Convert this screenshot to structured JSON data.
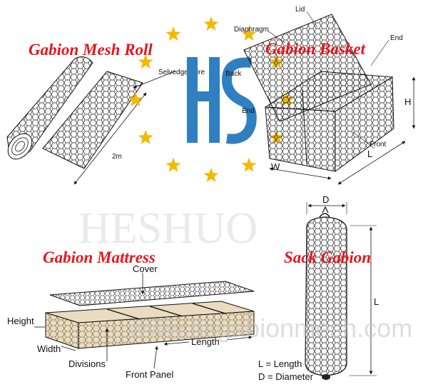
{
  "titles": {
    "roll": "Gabion Mesh Roll",
    "basket": "Gabion Basket",
    "mattress": "Gabion Mattress",
    "sack": "Sack Gabion"
  },
  "roll": {
    "selvedge": "Selvedge Wire",
    "width": "2m"
  },
  "basket": {
    "lid": "Lid",
    "diaphragm": "Diaphragm",
    "end_top": "End",
    "back": "Back",
    "end_left": "End",
    "front": "Front",
    "h": "H",
    "l": "L",
    "w": "W"
  },
  "mattress": {
    "cover": "Cover",
    "height": "Height",
    "width": "Width",
    "length": "Length",
    "divisions": "Divisions",
    "front_panel": "Front Panel"
  },
  "sack": {
    "d": "D",
    "l": "L",
    "legend_length": "L = Length",
    "legend_diameter": "D = Diameter"
  },
  "logo": {
    "monogram": "HS",
    "star_color": "#f5b800",
    "logo_color": "#2f7fc1"
  },
  "watermark": {
    "brand": "HESHUO",
    "url": "www.hsgabionmesh.com"
  }
}
